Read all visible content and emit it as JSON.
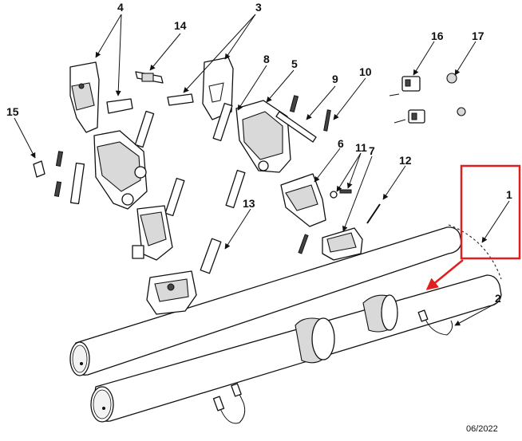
{
  "callouts": {
    "c1": "1",
    "c2": "2",
    "c3": "3",
    "c4": "4",
    "c5": "5",
    "c6": "6",
    "c7": "7",
    "c8": "8",
    "c9": "9",
    "c10": "10",
    "c11": "11",
    "c12": "12",
    "c13": "13",
    "c14": "14",
    "c15": "15",
    "c16": "16",
    "c17": "17"
  },
  "date_stamp": "06/2022",
  "highlight_color": "#e02020"
}
